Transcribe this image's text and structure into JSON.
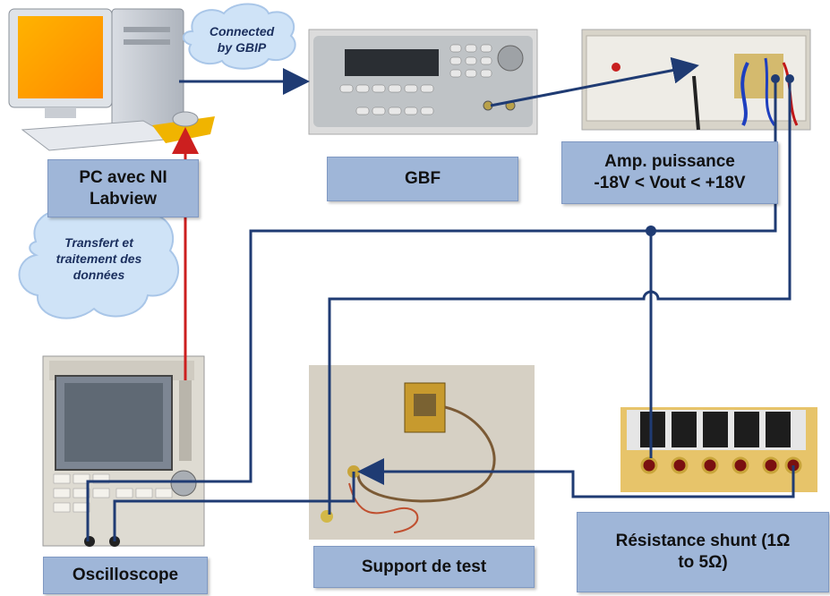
{
  "labels": {
    "pc": "PC avec NI\nLabview",
    "gbf": "GBF",
    "amp": "Amp. puissance\n-18V < Vout < +18V",
    "oscilloscope": "Oscilloscope",
    "support": "Support de test",
    "shunt": "Résistance shunt (1Ω\nto 5Ω)"
  },
  "clouds": {
    "gbip": "Connected\nby GBIP",
    "transfer": "Transfert et\ntraitement des\ndonnées"
  },
  "colors": {
    "wire": "#1f3b73",
    "data_link": "#cc1f1f",
    "label_fill": "#9fb6d8"
  }
}
